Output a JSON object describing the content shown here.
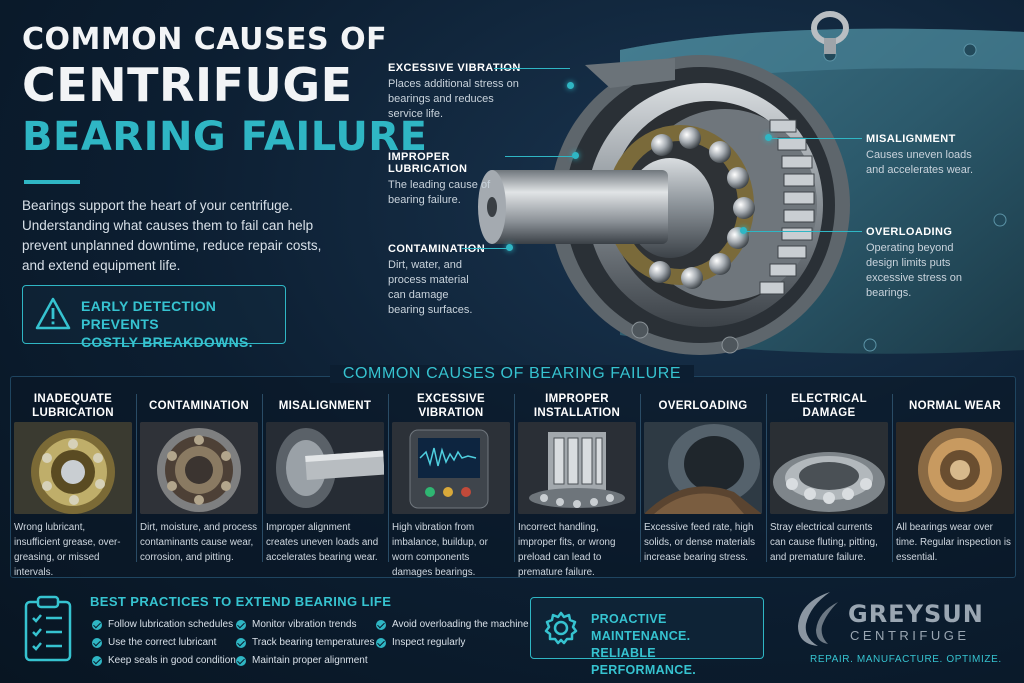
{
  "title": {
    "line1": "COMMON CAUSES OF",
    "line2": "CENTRIFUGE",
    "line3": "BEARING FAILURE"
  },
  "intro": "Bearings support the heart of your centrifuge. Understanding what causes them to fail can help prevent unplanned downtime, reduce repair costs, and extend equipment life.",
  "alert": {
    "line1": "EARLY DETECTION PREVENTS",
    "line2": "COSTLY BREAKDOWNS.",
    "icon": "warning-triangle-icon"
  },
  "annotations": {
    "vibration": {
      "title": "EXCESSIVE VIBRATION",
      "text": "Places additional stress on bearings and reduces service life."
    },
    "lubrication": {
      "title": "IMPROPER LUBRICATION",
      "text": "The leading cause of bearing failure."
    },
    "contamination": {
      "title": "CONTAMINATION",
      "text": "Dirt, water, and process material can damage bearing surfaces."
    },
    "misalignment": {
      "title": "MISALIGNMENT",
      "text": "Causes uneven loads and accelerates wear."
    },
    "overloading": {
      "title": "OVERLOADING",
      "text": "Operating beyond design limits puts excessive stress on bearings."
    }
  },
  "causes_heading": "COMMON CAUSES OF BEARING FAILURE",
  "causes": [
    {
      "title": "INADEQUATE LUBRICATION",
      "text": "Wrong lubricant, insufficient grease, over-greasing, or missed intervals."
    },
    {
      "title": "CONTAMINATION",
      "text": "Dirt, moisture, and process contaminants cause wear, corrosion, and pitting."
    },
    {
      "title": "MISALIGNMENT",
      "text": "Improper alignment creates uneven loads and accelerates bearing wear."
    },
    {
      "title": "EXCESSIVE VIBRATION",
      "text": "High vibration from imbalance, buildup, or worn components damages bearings."
    },
    {
      "title": "IMPROPER INSTALLATION",
      "text": "Incorrect handling, improper fits, or wrong preload can lead to premature failure."
    },
    {
      "title": "OVERLOADING",
      "text": "Excessive feed rate, high solids, or dense materials increase bearing stress."
    },
    {
      "title": "ELECTRICAL DAMAGE",
      "text": "Stray electrical currents can cause fluting, pitting, and premature failure."
    },
    {
      "title": "NORMAL WEAR",
      "text": "All bearings wear over time. Regular inspection is essential."
    }
  ],
  "best_practices": {
    "title": "BEST PRACTICES TO EXTEND BEARING LIFE",
    "items": [
      "Follow lubrication schedules",
      "Use the correct lubricant",
      "Keep seals in good condition",
      "Monitor vibration trends",
      "Track bearing temperatures",
      "Maintain proper alignment",
      "Avoid overloading the machine",
      "Inspect regularly"
    ]
  },
  "promo": {
    "line1": "PROACTIVE MAINTENANCE.",
    "line2": "RELIABLE PERFORMANCE.",
    "icon": "gear-icon"
  },
  "brand": {
    "name": "GREYSUN",
    "sub": "CENTRIFUGE",
    "tagline": "REPAIR. MANUFACTURE. OPTIMIZE."
  },
  "colors": {
    "accent": "#2fb6c4",
    "background": "#0c1e31",
    "text": "#e8eef4"
  }
}
